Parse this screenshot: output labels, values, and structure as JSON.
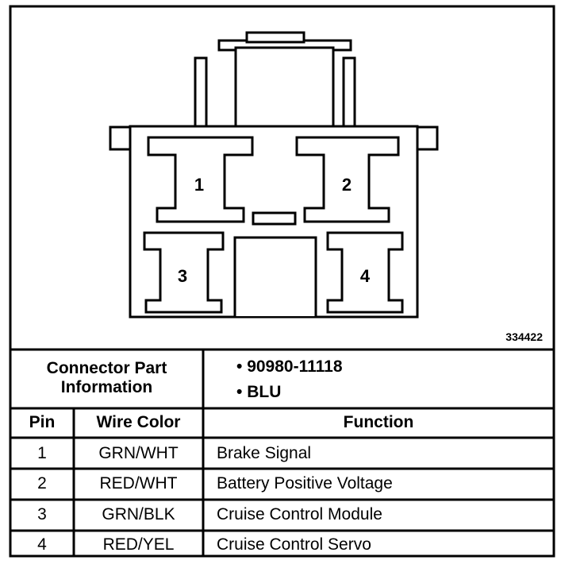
{
  "diagram": {
    "pin_labels": [
      "1",
      "2",
      "3",
      "4"
    ],
    "figure_number": "334422"
  },
  "connector_info": {
    "label": "Connector Part Information",
    "label_line1": "Connector Part",
    "label_line2": "Information",
    "bullet": "•",
    "items": [
      "90980-11118",
      "BLU"
    ]
  },
  "table": {
    "headers": {
      "pin": "Pin",
      "wire_color": "Wire Color",
      "function": "Function"
    },
    "rows": [
      {
        "pin": "1",
        "wire_color": "GRN/WHT",
        "function": "Brake Signal"
      },
      {
        "pin": "2",
        "wire_color": "RED/WHT",
        "function": "Battery Positive Voltage"
      },
      {
        "pin": "3",
        "wire_color": "GRN/BLK",
        "function": "Cruise Control Module"
      },
      {
        "pin": "4",
        "wire_color": "RED/YEL",
        "function": "Cruise Control Servo"
      }
    ]
  }
}
